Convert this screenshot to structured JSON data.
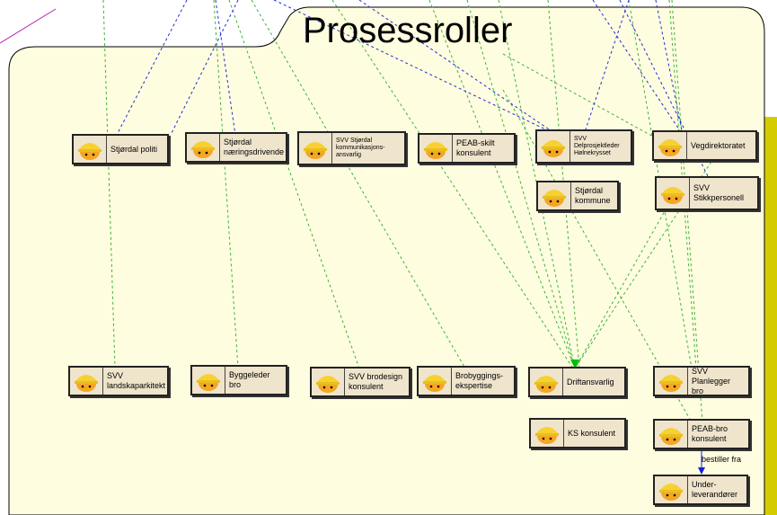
{
  "diagram": {
    "title": "Prosessroller",
    "roles": [
      {
        "id": "stjordal-politi",
        "label": "Stjørdal politi"
      },
      {
        "id": "stjordal-naering",
        "label": "Stjørdal\nnæringsdrivende"
      },
      {
        "id": "svv-kommunikasjon",
        "label": "SVV Stjørdal\nkommunikasjons-\nansvarlig"
      },
      {
        "id": "peab-skilt",
        "label": "PEAB-skilt\nkonsulent"
      },
      {
        "id": "svv-delprosjekt",
        "label": "SVV\nDelprosjektleder\nHølnekrysset"
      },
      {
        "id": "vegdirektoratet",
        "label": "Vegdirektoratet"
      },
      {
        "id": "stjordal-kommune",
        "label": "Stjørdal\nkommune"
      },
      {
        "id": "svv-stikk",
        "label": "SVV\nStikkpersonell"
      },
      {
        "id": "svv-landskap",
        "label": "SVV\nlandskaparkitekt"
      },
      {
        "id": "byggeleder",
        "label": "Byggeleder bro"
      },
      {
        "id": "svv-brodesign",
        "label": "SVV brodesign\nkonsulent"
      },
      {
        "id": "brobygging",
        "label": "Brobyggings-\nekspertise"
      },
      {
        "id": "driftansvarlig",
        "label": "Driftansvarlig"
      },
      {
        "id": "svv-planlegger",
        "label": "SVV Planlegger\nbro"
      },
      {
        "id": "ks-konsulent",
        "label": "KS konsulent"
      },
      {
        "id": "peab-bro",
        "label": "PEAB-bro\nkonsulent"
      },
      {
        "id": "underleverandorer",
        "label": "Under-\nleverandører"
      }
    ],
    "edge_label": "bestiller fra",
    "colors": {
      "background": "#fffde0",
      "outline": "#000000",
      "dashed_green": "#3cb43c",
      "dashed_blue": "#2030d0",
      "arrow_blue": "#1020e0",
      "accent_yellow": "#d4cc00",
      "purple_line": "#b020b0",
      "node_fill": "#efe4cc"
    }
  }
}
